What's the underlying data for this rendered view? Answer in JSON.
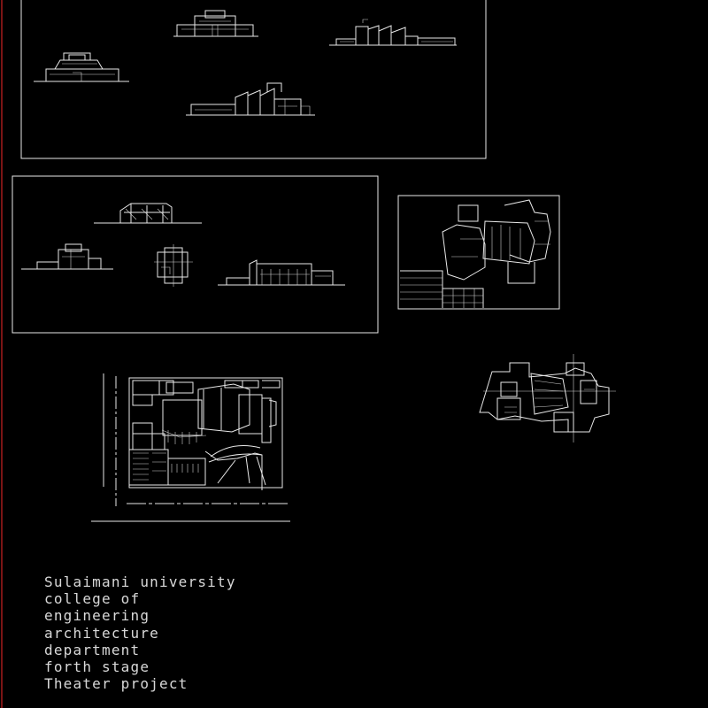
{
  "canvas": {
    "background": "#000000",
    "line_color": "#e8e8e8",
    "edge_color": "#7a1414"
  },
  "title_block": {
    "lines": [
      "Sulaimani university",
      "college of",
      "engineering",
      "architecture",
      "department",
      "forth stage",
      "Theater project"
    ]
  }
}
